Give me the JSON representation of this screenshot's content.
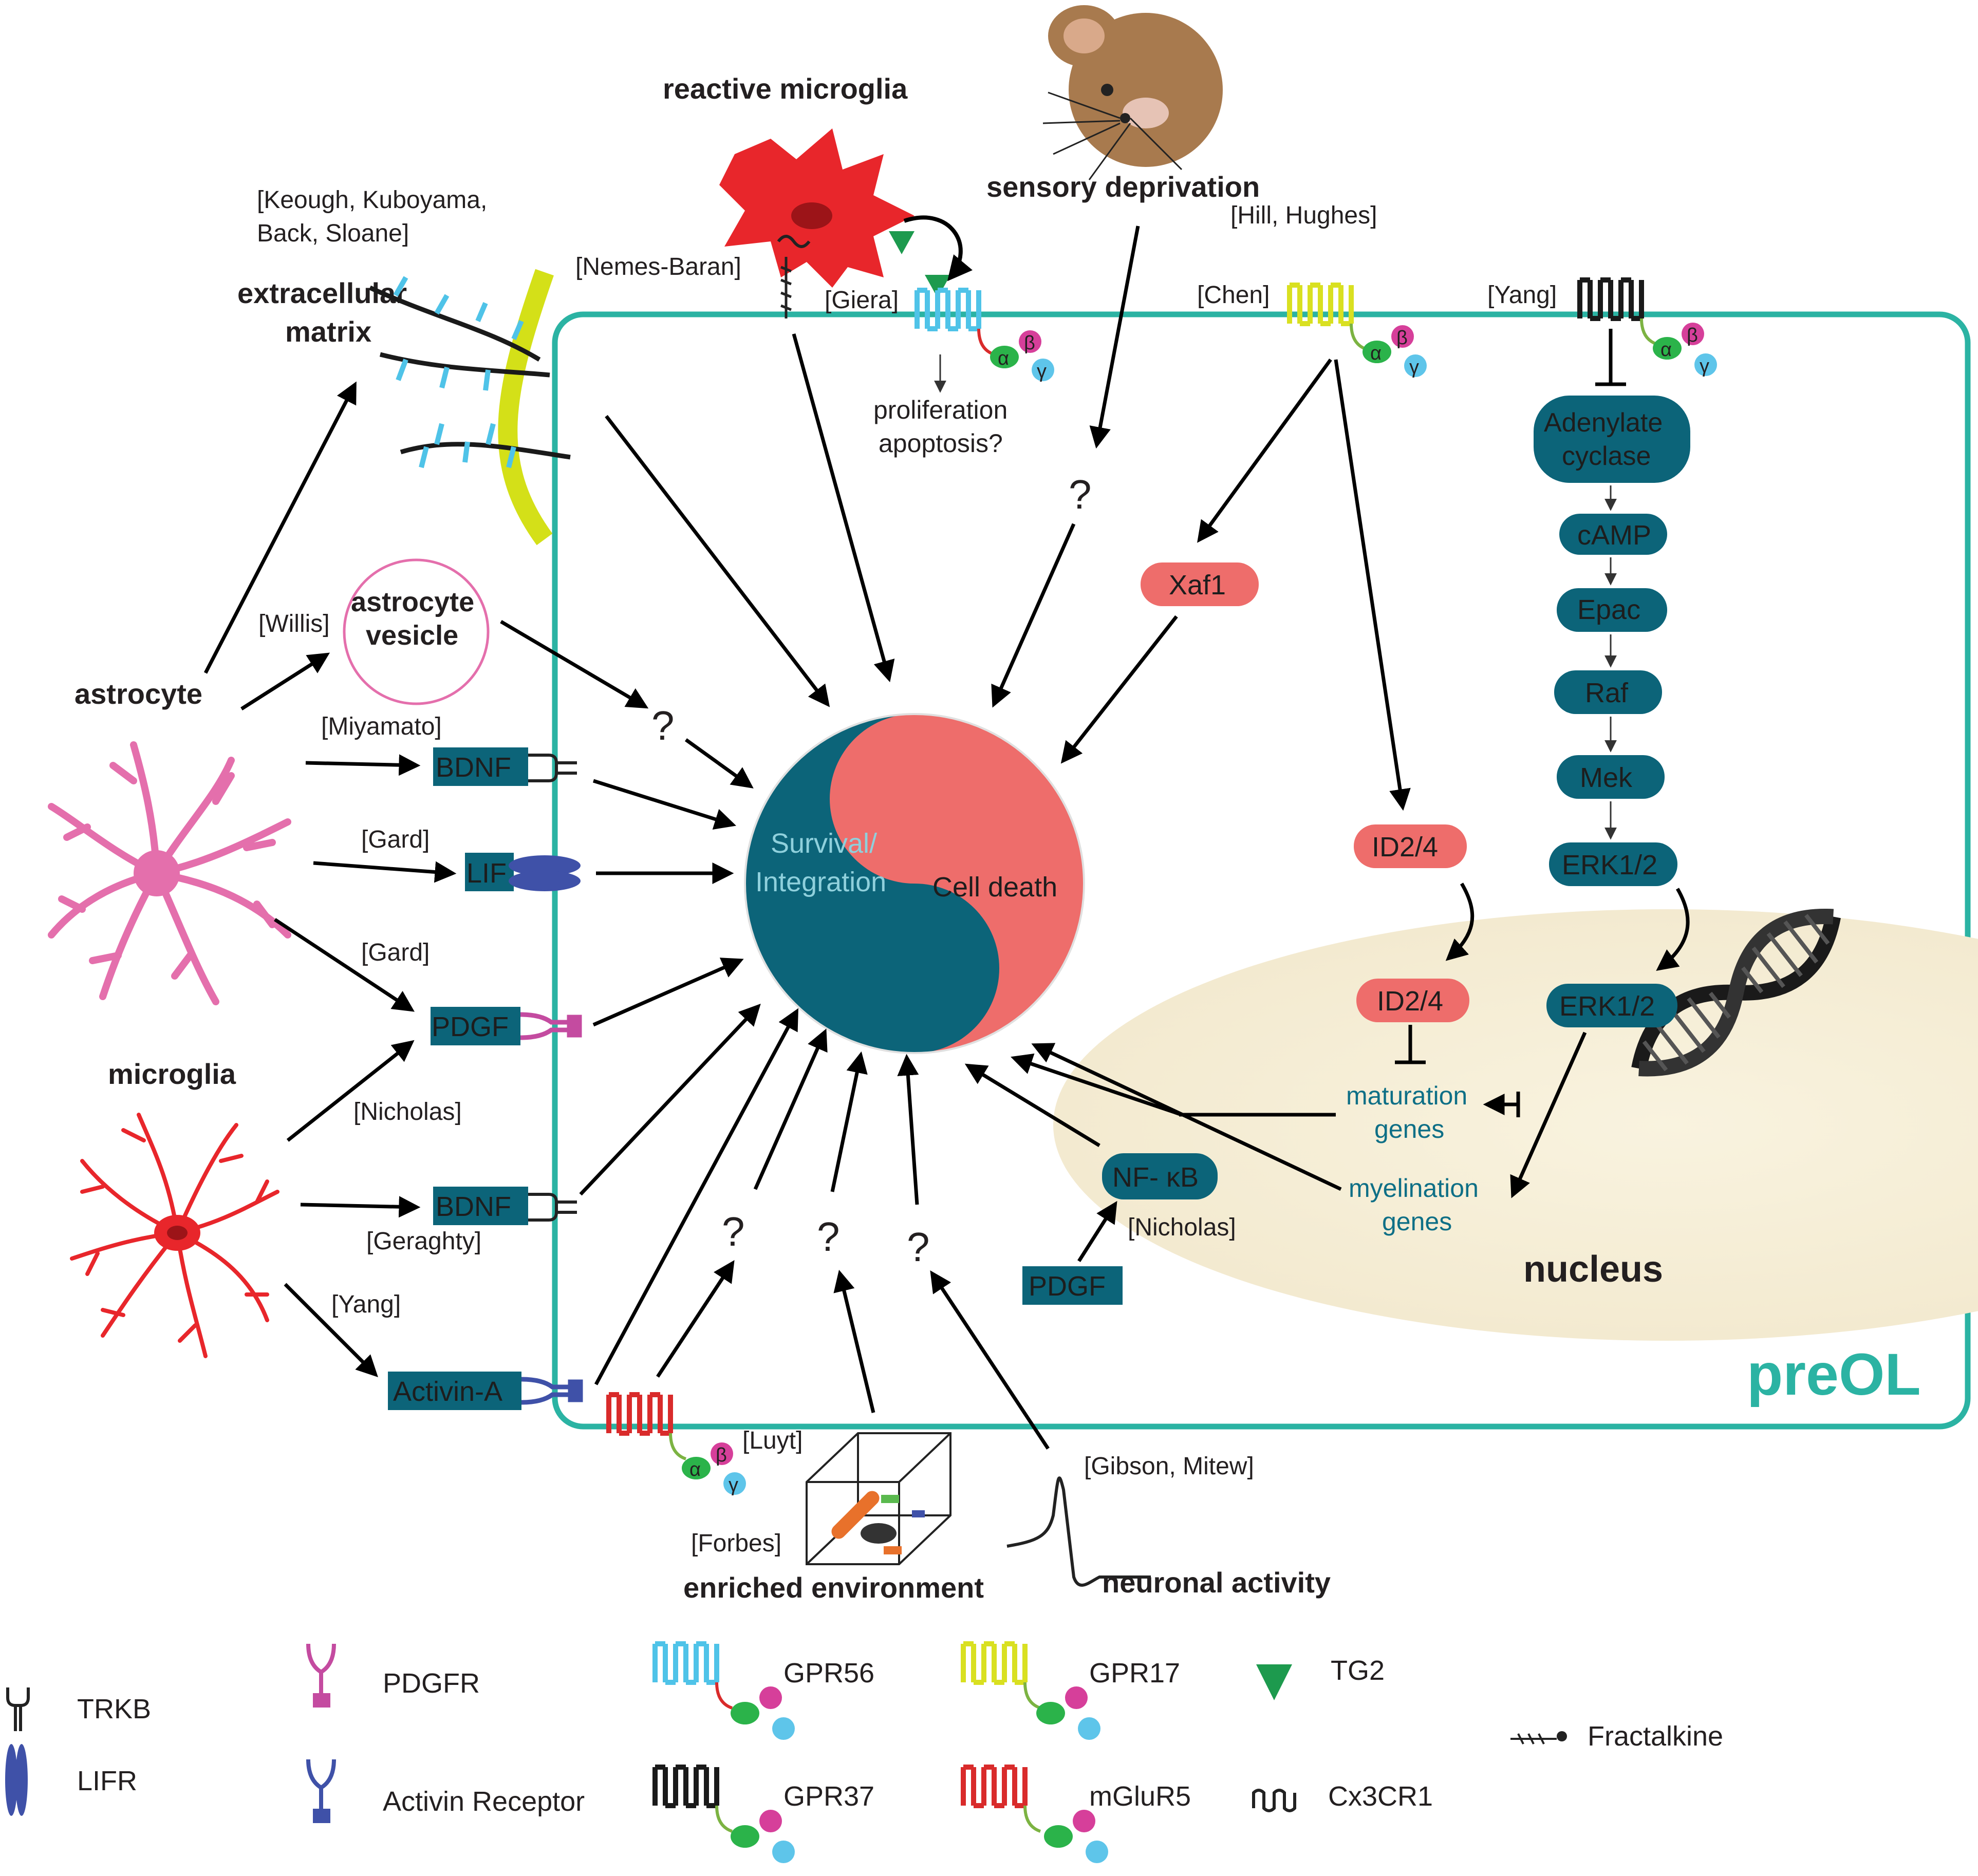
{
  "colors": {
    "cell_border": "#2bb3a3",
    "nucleus_fill": "#f7f0d9",
    "teal_box": "#0c6479",
    "salmon": "#ee6d6b",
    "astrocyte": "#e46fac",
    "microglia": "#e8262b",
    "gpr56": "#4fc3e8",
    "gpr17": "#d9e021",
    "gpr37": "#1a1a1a",
    "mglur5": "#d92b2b",
    "tg2": "#1d9a4e",
    "alpha": "#2bb34a",
    "beta": "#d63f9a",
    "gamma": "#5ec5ea"
  },
  "labels": {
    "reactive_microglia": "reactive microglia",
    "sensory_deprivation": "sensory deprivation",
    "extracellular_matrix_1": "extracellular",
    "extracellular_matrix_2": "matrix",
    "astrocyte": "astrocyte",
    "astrocyte_vesicle_1": "astrocyte",
    "astrocyte_vesicle_2": "vesicle",
    "microglia": "microglia",
    "proliferation_1": "proliferation",
    "proliferation_2": "apoptosis?",
    "enriched_environment": "enriched environment",
    "neuronal_activity": "neuronal activity",
    "nucleus": "nucleus",
    "preol": "preOL",
    "survival_1": "Survival/",
    "survival_2": "Integration",
    "cell_death": "Cell death",
    "maturation_1": "maturation",
    "maturation_2": "genes",
    "myelination_1": "myelination",
    "myelination_2": "genes",
    "question": "?"
  },
  "citations": {
    "keough_1": "[Keough, Kuboyama,",
    "keough_2": "Back, Sloane]",
    "nemes_baran": "[Nemes-Baran]",
    "giera": "[Giera]",
    "hill_hughes": "[Hill, Hughes]",
    "chen": "[Chen]",
    "yang_top": "[Yang]",
    "willis": "[Willis]",
    "miyamato": "[Miyamato]",
    "gard_1": "[Gard]",
    "gard_2": "[Gard]",
    "nicholas_left": "[Nicholas]",
    "geraghty": "[Geraghty]",
    "yang_bottom": "[Yang]",
    "luyt": "[Luyt]",
    "forbes": "[Forbes]",
    "gibson_mitew": "[Gibson, Mitew]",
    "nicholas_right": "[Nicholas]"
  },
  "boxes": {
    "bdnf_top": "BDNF",
    "lif": "LIF",
    "pdgf_left": "PDGF",
    "bdnf_bottom": "BDNF",
    "activin": "Activin-A",
    "pdgf_bottom": "PDGF",
    "nfkb": "NF- κB",
    "adenylate_1": "Adenylate",
    "adenylate_2": "cyclase",
    "camp": "cAMP",
    "epac": "Epac",
    "raf": "Raf",
    "mek": "Mek",
    "erk_cyto": "ERK1/2",
    "erk_nuc": "ERK1/2",
    "xaf1": "Xaf1",
    "id24_cyto": "ID2/4",
    "id24_nuc": "ID2/4"
  },
  "greek": {
    "alpha": "α",
    "beta": "β",
    "gamma": "γ"
  },
  "legend": {
    "trkb": "TRKB",
    "lifr": "LIFR",
    "pdgfr": "PDGFR",
    "activin_receptor": "Activin Receptor",
    "gpr56": "GPR56",
    "gpr37": "GPR37",
    "gpr17": "GPR17",
    "mglur5": "mGluR5",
    "tg2": "TG2",
    "cx3cr1": "Cx3CR1",
    "fractalkine": "Fractalkine"
  }
}
